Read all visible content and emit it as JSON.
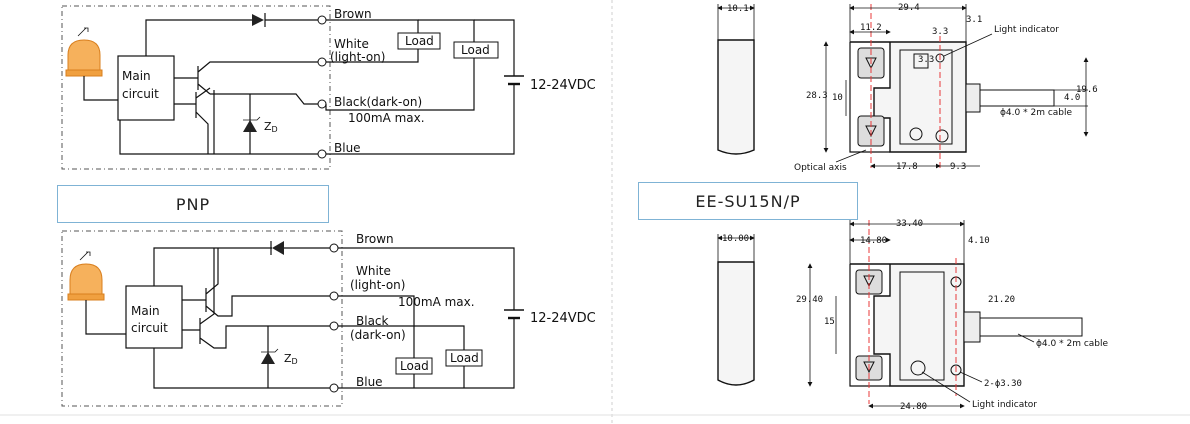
{
  "pnp_top": {
    "brown": "Brown",
    "white": "White",
    "white_sub": "(light-on)",
    "black": "Black(dark-on)",
    "current": "100mA max.",
    "blue": "Blue",
    "main1": "Main",
    "main2": "circuit",
    "load1": "Load",
    "load2": "Load",
    "supply": "12-24VDC",
    "zd": "Z",
    "zd_sub": "D"
  },
  "pnp_label": "PNP",
  "pnp_bottom": {
    "brown": "Brown",
    "white": "White",
    "white_sub": "(light-on)",
    "current": "100mA max.",
    "black": "Black",
    "black_sub": "(dark-on)",
    "blue": "Blue",
    "main1": "Main",
    "main2": "circuit",
    "load1": "Load",
    "load2": "Load",
    "supply": "12-24VDC",
    "zd": "Z",
    "zd_sub": "D"
  },
  "model_label": "EE-SU15N/P",
  "dims_top": {
    "side_w": "10.1",
    "total_w": "29.4",
    "left_w": "11.2",
    "hole_w": "3.3",
    "right_off": "3.1",
    "hole_h": "3.3",
    "light": "Light indicator",
    "height": "28.3",
    "gap": "10",
    "total_h": "19.6",
    "cable_h": "4.0",
    "cable": "ϕ4.0 * 2m cable",
    "optical": "Optical axis",
    "d1": "17.8",
    "d2": "9.3"
  },
  "dims_bottom": {
    "side_w": "10.00",
    "total_w": "33.40",
    "left_w": "14.80",
    "right_off": "4.10",
    "height": "29.40",
    "gap": "15",
    "h2": "21.20",
    "cable": "ϕ4.0 * 2m cable",
    "holes": "2-ϕ3.30",
    "bottom_w": "24.80",
    "light": "Light indicator"
  }
}
